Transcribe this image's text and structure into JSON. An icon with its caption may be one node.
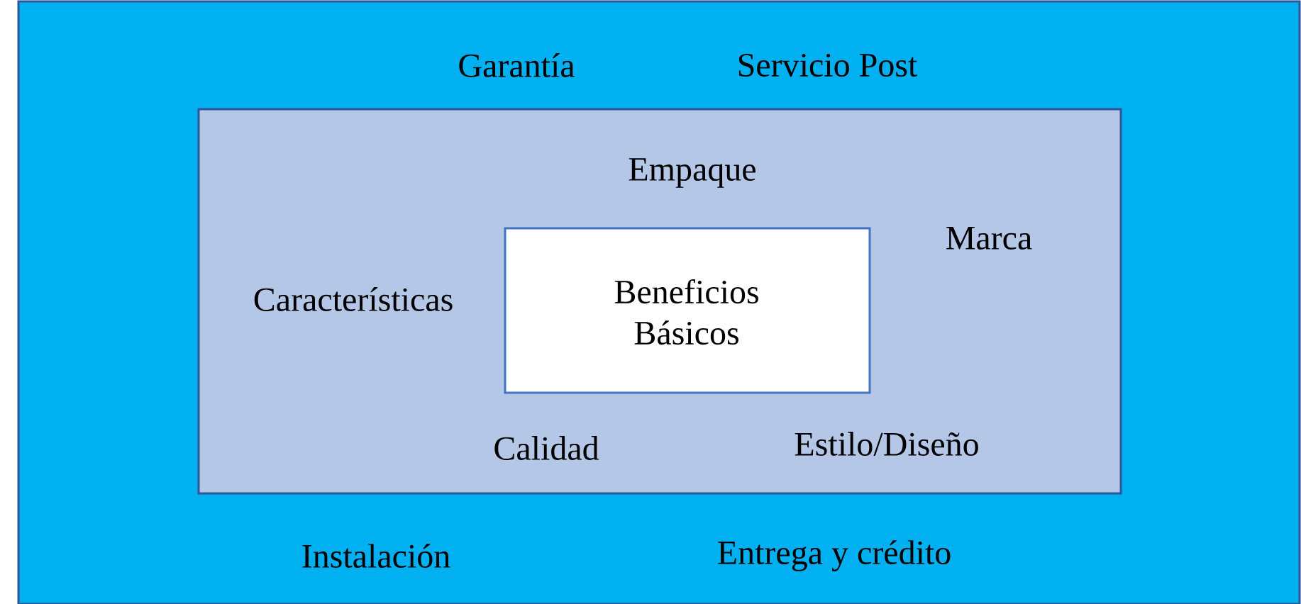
{
  "diagram": {
    "nodes": [
      {
        "text": [
          "Garantía",
          "Servicio Post",
          "Instalación",
          "Entrega y crédito"
        ]
      },
      {
        "text": [
          "Empaque",
          "Marca",
          "Características",
          "Calidad",
          "Estilo/Diseño"
        ],
        "in": 0
      },
      {
        "text": [
          "Beneficios Básicos"
        ],
        "in": 1
      }
    ]
  }
}
